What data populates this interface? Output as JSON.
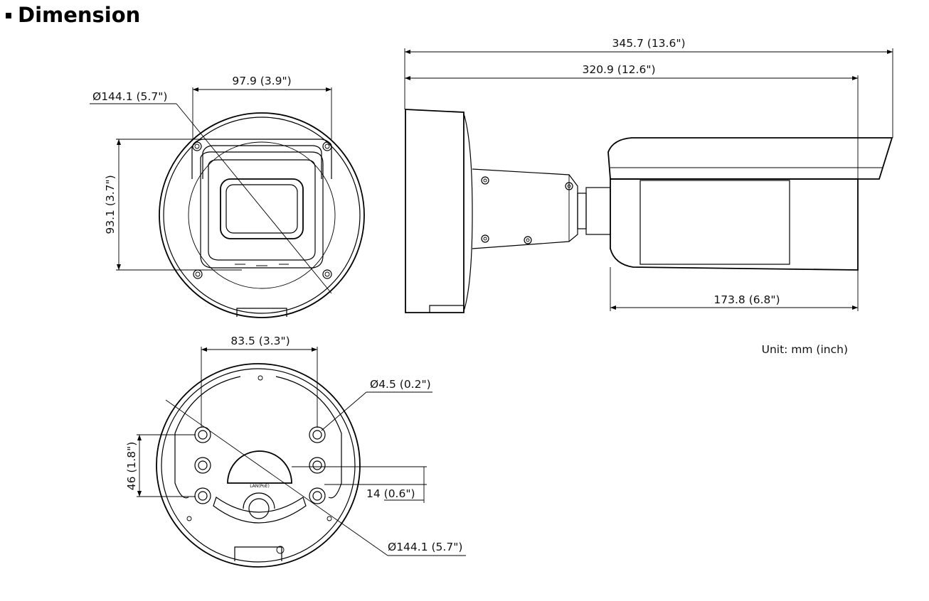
{
  "heading": "Dimension",
  "unit_note": "Unit: mm (inch)",
  "front_view": {
    "width_label": "97.9 (3.9\")",
    "diameter_label": "Ø144.1 (5.7\")",
    "height_label": "93.1 (3.7\")"
  },
  "side_view": {
    "total_length_label": "345.7 (13.6\")",
    "body_length_label": "320.9 (12.6\")",
    "housing_length_label": "173.8 (6.8\")"
  },
  "base_view": {
    "hole_spacing_label": "83.5 (3.3\")",
    "hole_diameter_label": "Ø4.5 (0.2\")",
    "vertical_spacing_label": "46 (1.8\")",
    "offset_label": "14 (0.6\")",
    "diameter_label": "Ø144.1 (5.7\")",
    "port_label": "LAN(PoE)"
  }
}
